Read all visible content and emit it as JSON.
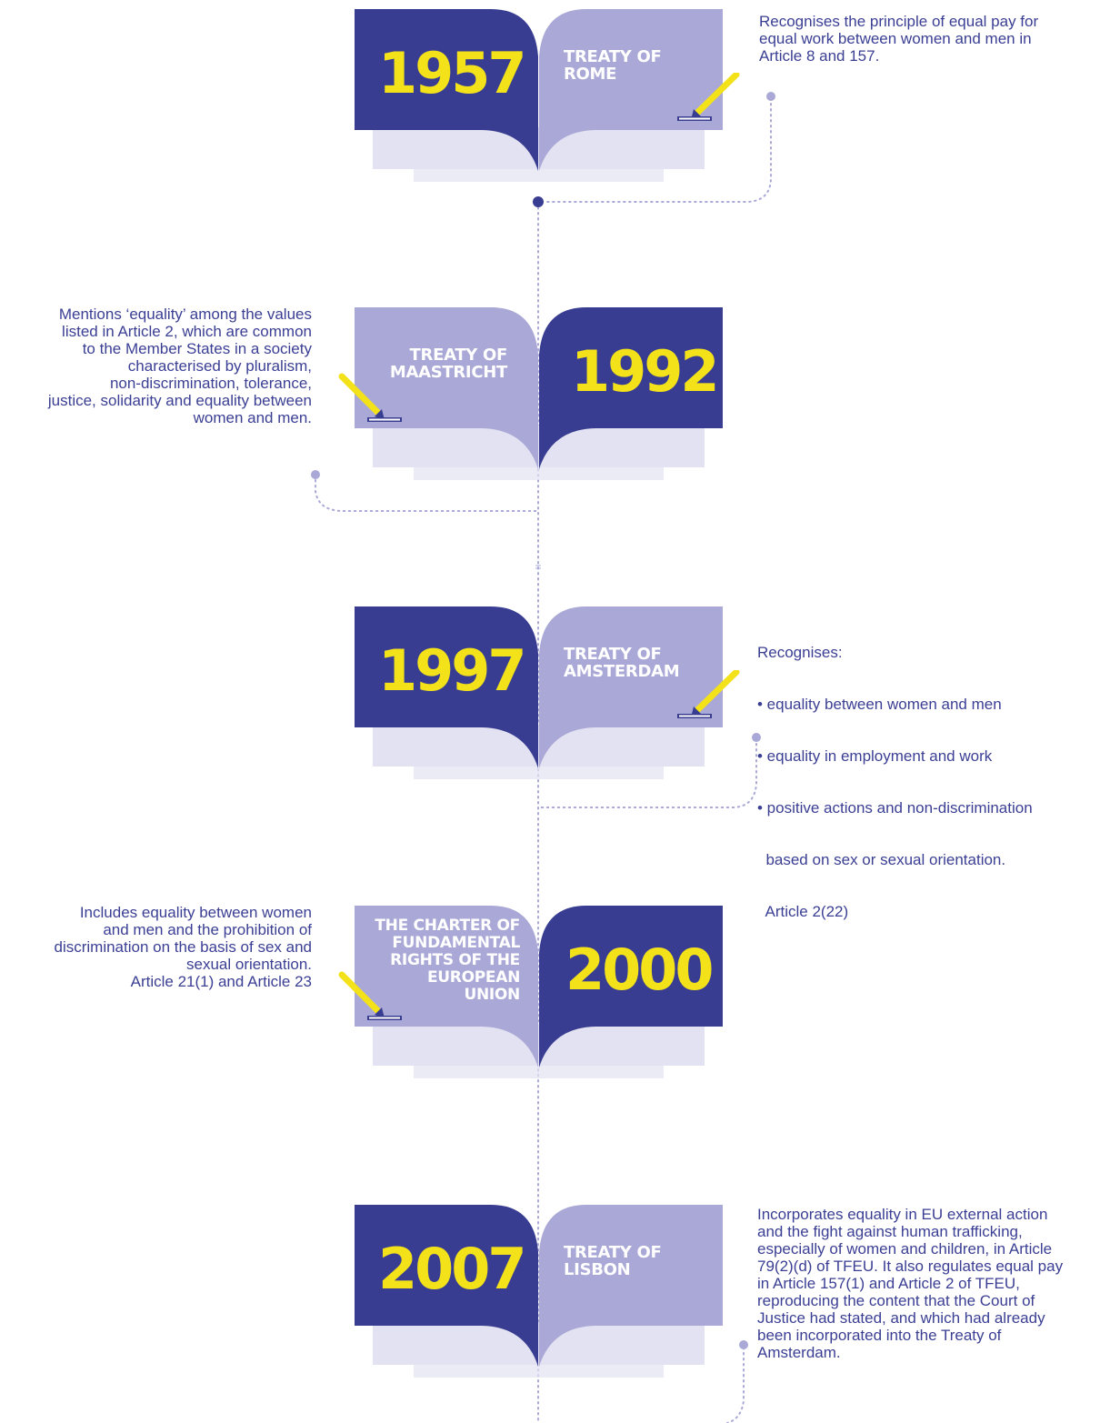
{
  "colors": {
    "dark_page": "#383d91",
    "light_page": "#a9a8d6",
    "shadow": "#e3e2f2",
    "year_text": "#f3e21a",
    "title_text": "#ffffff",
    "description_text": "#3b3f94",
    "connector": "#a9a8d6",
    "node_dot": "#383d91",
    "pencil": "#f3e21a"
  },
  "timeline": [
    {
      "year": "1957",
      "title_lines": [
        "TREATY OF",
        "ROME"
      ],
      "description_lines": [
        "Recognises the principle of equal pay for",
        "equal work between women and men in",
        "Article 8 and 157."
      ]
    },
    {
      "year": "1992",
      "title_lines": [
        "TREATY OF",
        "MAASTRICHT"
      ],
      "description_lines": [
        "Mentions ‘equality’ among the values",
        "listed in Article 2, which are common",
        "to the Member States in a society",
        "characterised by pluralism,",
        "non-discrimination, tolerance,",
        "justice, solidarity and equality between",
        "women and men."
      ]
    },
    {
      "year": "1997",
      "title_lines": [
        "TREATY OF",
        "AMSTERDAM"
      ],
      "description_lines": [
        "Recognises:",
        "• equality between women and men",
        "• equality in employment and work",
        "• positive actions and non-discrimination",
        "  based on sex or sexual orientation.",
        "  Article 2(22)"
      ]
    },
    {
      "year": "2000",
      "title_lines": [
        "THE CHARTER OF",
        "FUNDAMENTAL",
        "RIGHTS OF THE",
        "EUROPEAN",
        "UNION"
      ],
      "description_lines": [
        "Includes equality between women",
        "and men and the prohibition of",
        "discrimination on the basis of sex and",
        "sexual orientation.",
        "Article 21(1) and Article 23"
      ]
    },
    {
      "year": "2007",
      "title_lines": [
        "TREATY OF",
        "LISBON"
      ],
      "description_lines": [
        "Incorporates equality in EU external action",
        "and the fight against human trafficking,",
        "especially of women and children, in Article",
        "79(2)(d) of TFEU. It also regulates equal pay",
        "in Article 157(1) and Article 2 of TFEU,",
        "reproducing the content that the Court of",
        "Justice had stated, and which had already",
        "been incorporated into the Treaty of",
        "Amsterdam."
      ]
    }
  ]
}
